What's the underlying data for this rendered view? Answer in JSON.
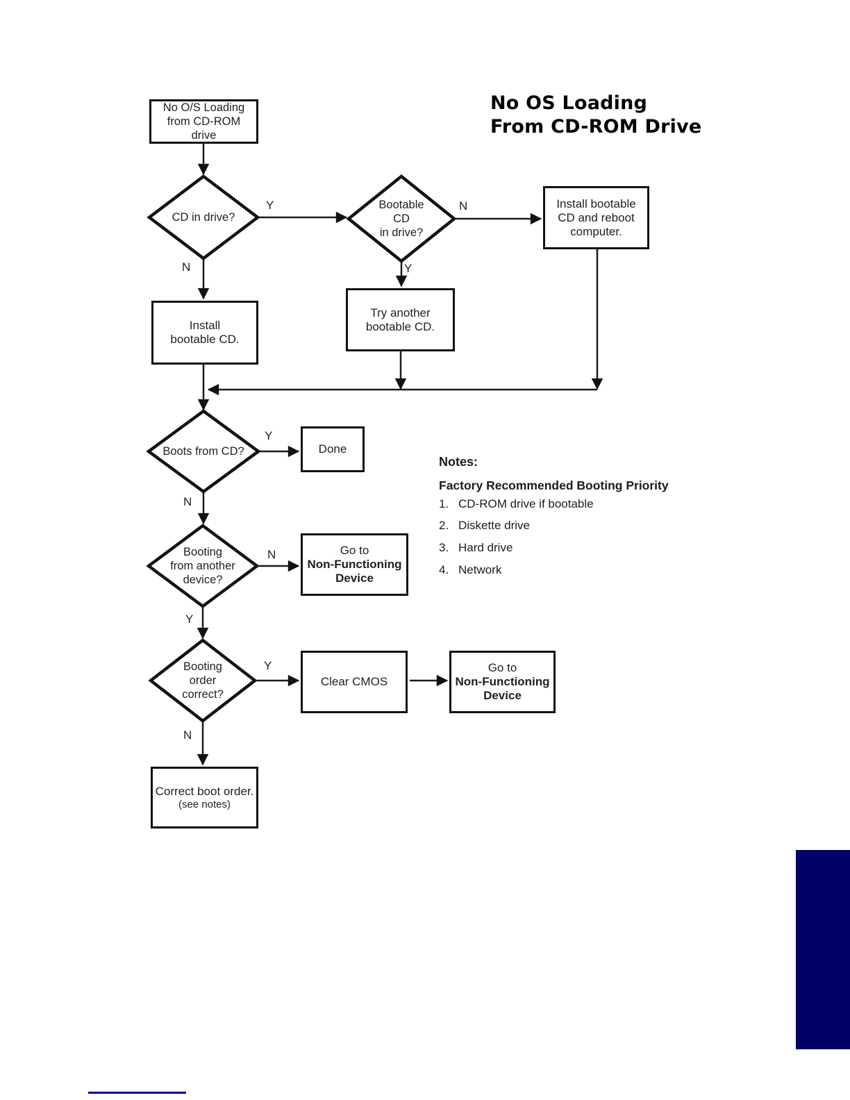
{
  "page": {
    "title_line1": "No OS Loading",
    "title_line2": "From CD-ROM Drive"
  },
  "labels": {
    "yes": "Y",
    "no": "N"
  },
  "nodes": {
    "start": {
      "line1": "No O/S Loading",
      "line2": "from CD-ROM",
      "line3": "drive"
    },
    "cd_in_drive": {
      "line1": "CD in drive?"
    },
    "bootable_cd": {
      "line1": "Bootable",
      "line2": "CD",
      "line3": "in drive?"
    },
    "install_reboot": {
      "line1": "Install bootable",
      "line2": "CD and reboot",
      "line3": "computer."
    },
    "install_cd": {
      "line1": "Install",
      "line2": "bootable CD."
    },
    "try_another": {
      "line1": "Try another",
      "line2": "bootable CD."
    },
    "boots_from_cd": {
      "line1": "Boots from CD?"
    },
    "done": {
      "line1": "Done"
    },
    "booting_other": {
      "line1": "Booting",
      "line2": "from another",
      "line3": "device?"
    },
    "goto_nfd1": {
      "line1": "Go to",
      "line2": "Non-Functioning",
      "line3": "Device"
    },
    "booting_order": {
      "line1": "Booting",
      "line2": "order",
      "line3": "correct?"
    },
    "clear_cmos": {
      "line1": "Clear CMOS"
    },
    "goto_nfd2": {
      "line1": "Go to",
      "line2": "Non-Functioning",
      "line3": "Device"
    },
    "correct_order": {
      "line1": "Correct boot order.",
      "line2": "(see notes)"
    }
  },
  "notes": {
    "heading": "Notes:",
    "subheading": "Factory Recommended Booting Priority",
    "items": [
      {
        "num": "1.",
        "text": "CD-ROM drive if bootable"
      },
      {
        "num": "2.",
        "text": "Diskette drive"
      },
      {
        "num": "3.",
        "text": "Hard drive"
      },
      {
        "num": "4.",
        "text": "Network"
      }
    ]
  },
  "colors": {
    "accent_sidebar": "#000066",
    "footer_rule": "#000099"
  }
}
